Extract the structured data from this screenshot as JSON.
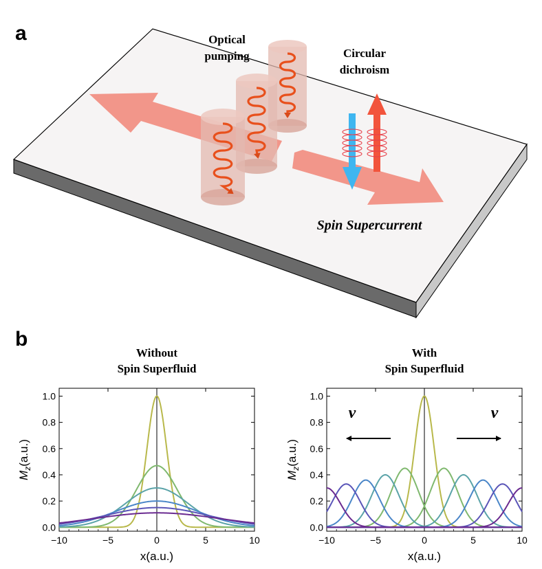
{
  "panel_a": {
    "label": "a",
    "optical_pumping_line1": "Optical",
    "optical_pumping_line2": "pumping",
    "circular_dichroism_line1": "Circular",
    "circular_dichroism_line2": "dichroism",
    "spin_supercurrent": "Spin Supercurrent"
  },
  "panel_b": {
    "label": "b",
    "colors": [
      "#b8b84a",
      "#7fb86e",
      "#5aa3a8",
      "#4a86c8",
      "#5a55b8",
      "#6a2a90"
    ]
  },
  "chart_data": [
    {
      "type": "line",
      "title_line1": "Without",
      "title_line2": "Spin Superfluid",
      "xlabel": "x(a.u.)",
      "ylabel_main": "M",
      "ylabel_sub": "z",
      "ylabel_unit": "(a.u.)",
      "xlim": [
        -10,
        10
      ],
      "ylim": [
        -0.03,
        1.06
      ],
      "xticks": [
        -10,
        -5,
        0,
        5,
        10
      ],
      "xtick_labels": [
        "−10",
        "−5",
        "0",
        "5",
        "10"
      ],
      "yticks": [
        0.0,
        0.2,
        0.4,
        0.6,
        0.8,
        1.0
      ],
      "ytick_labels": [
        "0.0",
        "0.2",
        "0.4",
        "0.6",
        "0.8",
        "1.0"
      ],
      "series": [
        {
          "peak_x": [
            0
          ],
          "amplitude": 1.0,
          "width": 1.0
        },
        {
          "peak_x": [
            0
          ],
          "amplitude": 0.47,
          "width": 2.1
        },
        {
          "peak_x": [
            0
          ],
          "amplitude": 0.3,
          "width": 3.2
        },
        {
          "peak_x": [
            0
          ],
          "amplitude": 0.2,
          "width": 4.2
        },
        {
          "peak_x": [
            0
          ],
          "amplitude": 0.15,
          "width": 5.2
        },
        {
          "peak_x": [
            0
          ],
          "amplitude": 0.11,
          "width": 6.4
        }
      ]
    },
    {
      "type": "line",
      "title_line1": "With",
      "title_line2": "Spin Superfluid",
      "xlabel": "x(a.u.)",
      "ylabel_main": "M",
      "ylabel_sub": "z",
      "ylabel_unit": "(a.u.)",
      "velocity_label": "v",
      "xlim": [
        -10,
        10
      ],
      "ylim": [
        -0.03,
        1.06
      ],
      "xticks": [
        -10,
        -5,
        0,
        5,
        10
      ],
      "xtick_labels": [
        "−10",
        "−5",
        "0",
        "5",
        "10"
      ],
      "yticks": [
        0.0,
        0.2,
        0.4,
        0.6,
        0.8,
        1.0
      ],
      "ytick_labels": [
        "0.0",
        "0.2",
        "0.4",
        "0.6",
        "0.8",
        "1.0"
      ],
      "series": [
        {
          "peak_x": [
            0
          ],
          "amplitude": 1.0,
          "width": 1.0
        },
        {
          "peak_x": [
            -2,
            2
          ],
          "amplitude": 0.45,
          "width": 1.4
        },
        {
          "peak_x": [
            -4,
            4
          ],
          "amplitude": 0.4,
          "width": 1.4
        },
        {
          "peak_x": [
            -6,
            6
          ],
          "amplitude": 0.36,
          "width": 1.4
        },
        {
          "peak_x": [
            -8,
            8
          ],
          "amplitude": 0.33,
          "width": 1.4
        },
        {
          "peak_x": [
            -10,
            10
          ],
          "amplitude": 0.3,
          "width": 1.4
        }
      ]
    }
  ]
}
